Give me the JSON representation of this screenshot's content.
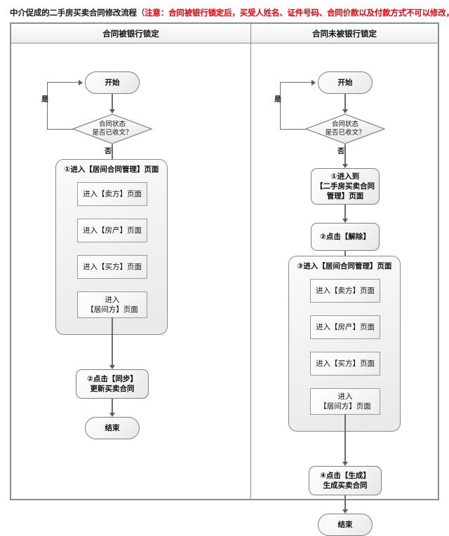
{
  "title": {
    "main": "中介促成的二手房买卖合同修改流程",
    "note": "（注意：合同被银行锁定后，买受人姓名、证件号码、合同价款以及付款方式不可以修改，解锁后进行修改）",
    "note_color": "#e8000d"
  },
  "headers": {
    "left": "合同被银行锁定",
    "right": "合同未被银行锁定"
  },
  "edge_labels": {
    "yes": "是",
    "no": "否"
  },
  "left_column": {
    "start": "开始",
    "decision_line1": "合同状态",
    "decision_line2": "是否已收文？",
    "group_title": "①进入【居间合同管理】页面",
    "sub_steps": [
      {
        "line1": "进入【卖方】页面",
        "line2": ""
      },
      {
        "line1": "进入【房产】页面",
        "line2": ""
      },
      {
        "line1": "进入【买方】页面",
        "line2": ""
      },
      {
        "line1": "进入",
        "line2": "【居间方】页面"
      }
    ],
    "action_line1": "②点击【同步】",
    "action_line2": "更新买卖合同",
    "end": "结束"
  },
  "right_column": {
    "start": "开始",
    "decision_line1": "合同状态",
    "decision_line2": "是否已收文？",
    "step1_line1": "①进入到",
    "step1_line2": "【二手房买卖合同",
    "step1_line3": "管理】页面",
    "step2": "②点击【解除】",
    "group_title": "③进入【居间合同管理】页面",
    "sub_steps": [
      {
        "line1": "进入【卖方】页面",
        "line2": ""
      },
      {
        "line1": "进入【房产】页面",
        "line2": ""
      },
      {
        "line1": "进入【买方】页面",
        "line2": ""
      },
      {
        "line1": "进入",
        "line2": "【居间方】页面"
      }
    ],
    "action_line1": "④点击【生成】",
    "action_line2": "生成买卖合同",
    "end": "结束"
  },
  "chart_data": {
    "type": "diagram",
    "diagram_type": "flowchart",
    "columns": 2
  }
}
